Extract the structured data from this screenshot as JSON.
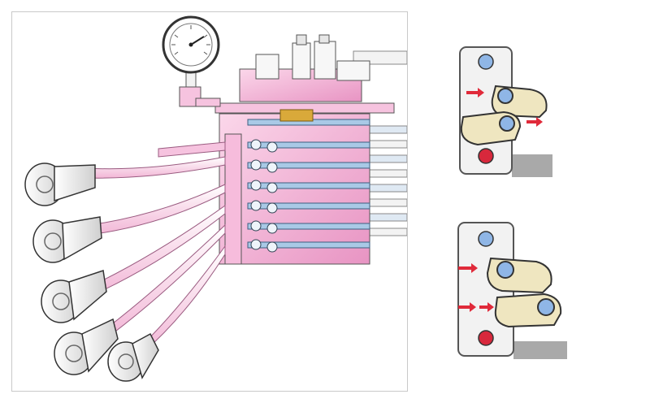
{
  "figure": {
    "description_visible_text": "",
    "colors": {
      "valve_pink": "#f4b6d8",
      "valve_dark_pink": "#e27fb6",
      "tube_blue": "#a9c9e6",
      "brass": "#d9a93a",
      "gauge_white": "#ffffff",
      "knob_grey": "#e8e8e8",
      "outline": "#333333",
      "hand_beige": "#efe6c0",
      "arrow_red": "#e02a3a",
      "dot_blue": "#8fb6e6",
      "dot_red": "#d8283c",
      "panel_grey": "#a9a9a9"
    },
    "icons": [
      "pressure-gauge-icon",
      "control-lever-icon",
      "hand-grip-icon",
      "push-arrow-icon"
    ],
    "panels": [
      {
        "id": "panel-a",
        "arrows": 2,
        "hands": 2
      },
      {
        "id": "panel-b",
        "arrows": 3,
        "hands": 2
      }
    ]
  }
}
